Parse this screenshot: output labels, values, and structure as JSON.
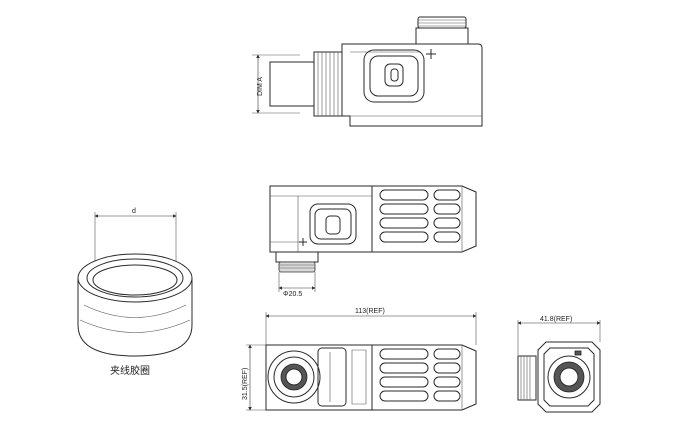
{
  "dimensions": {
    "dim_a": "DIM A",
    "phi": "Φ20.5",
    "length": "113(REF)",
    "height": "31.5(REF)",
    "width": "41.8(REF)",
    "d": "d"
  },
  "captions": {
    "seal_ring": "夹线胶圈"
  }
}
